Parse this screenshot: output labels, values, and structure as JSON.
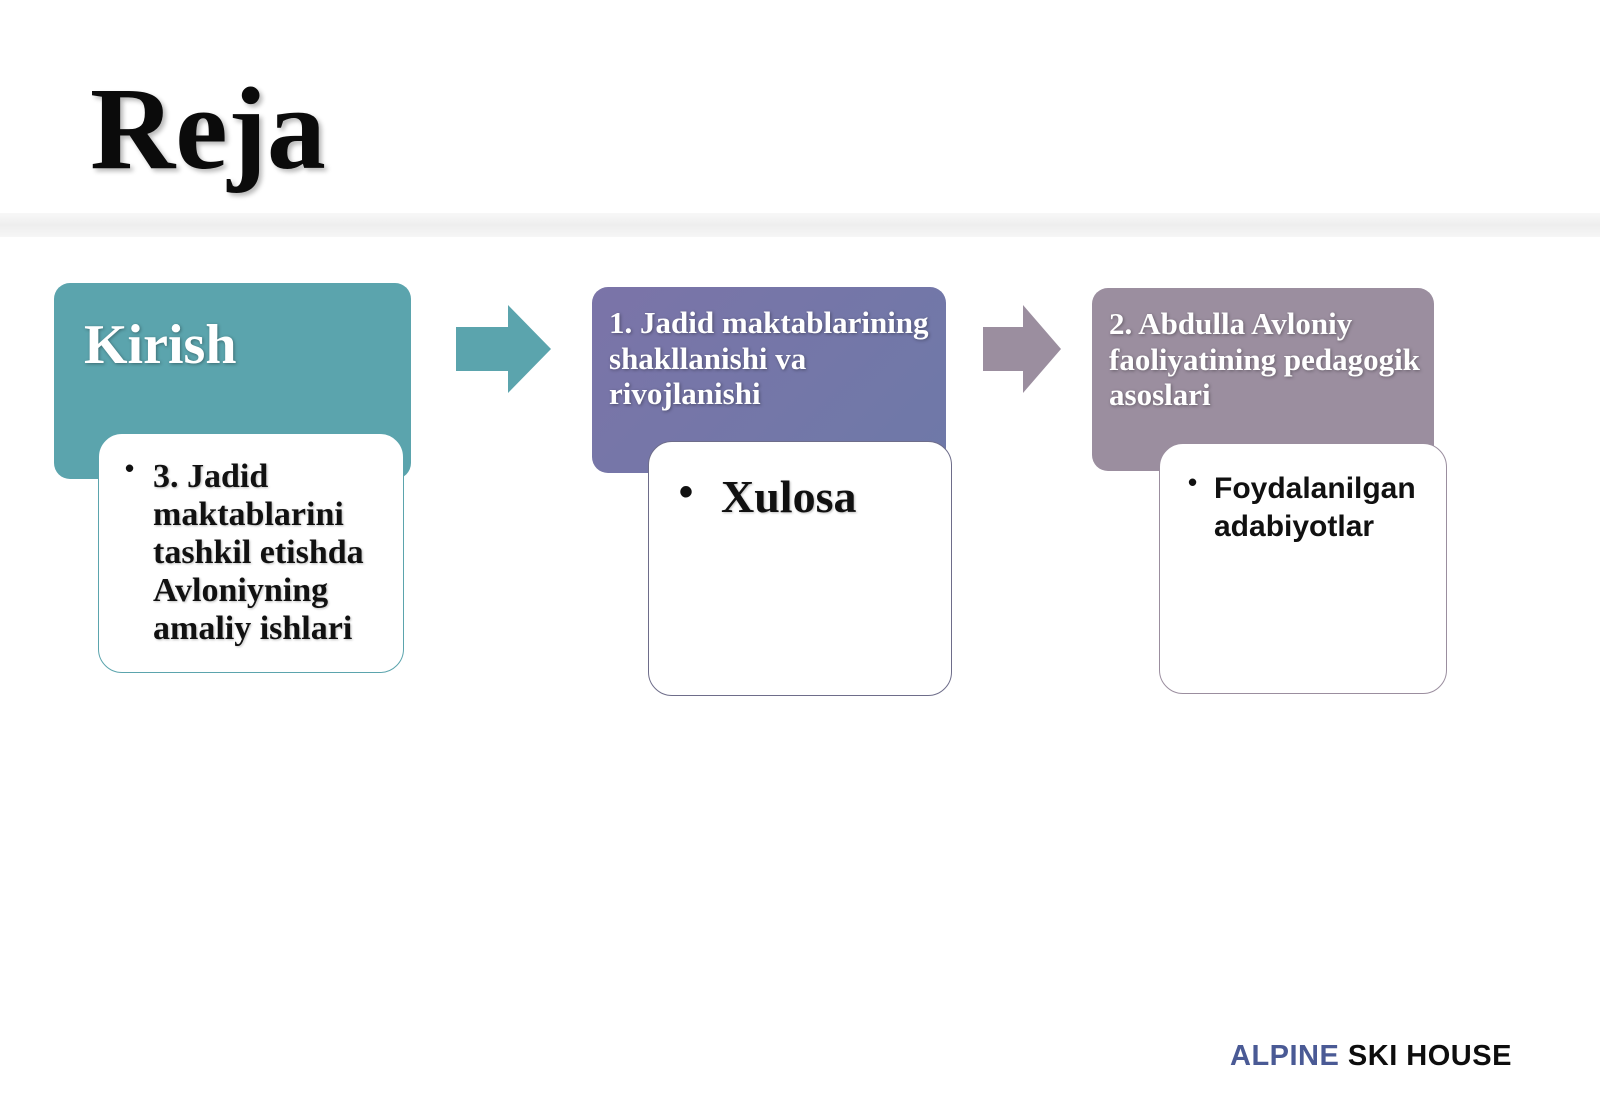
{
  "slide": {
    "title": "Reja"
  },
  "process": {
    "steps": [
      {
        "header": "Kirish",
        "detail": "3. Jadid maktablarini tashkil etishda Avloniyning amaliy ishlari",
        "color": "#5ba4ad"
      },
      {
        "header": "1. Jadid maktablarining shakllanishi va rivojlanishi",
        "detail": "Xulosa",
        "color": "#7273a8"
      },
      {
        "header": "2. Abdulla Avloniy faoliyatining pedagogik asoslari",
        "detail": "Foydalanilgan adabiyotlar",
        "color": "#9b8e9f"
      }
    ],
    "bullet": "•",
    "arrow_colors": [
      "#5ba4ad",
      "#9b8e9f"
    ]
  },
  "brand": {
    "part_1": "ALPINE",
    "part_2": "SKI HOUSE"
  }
}
